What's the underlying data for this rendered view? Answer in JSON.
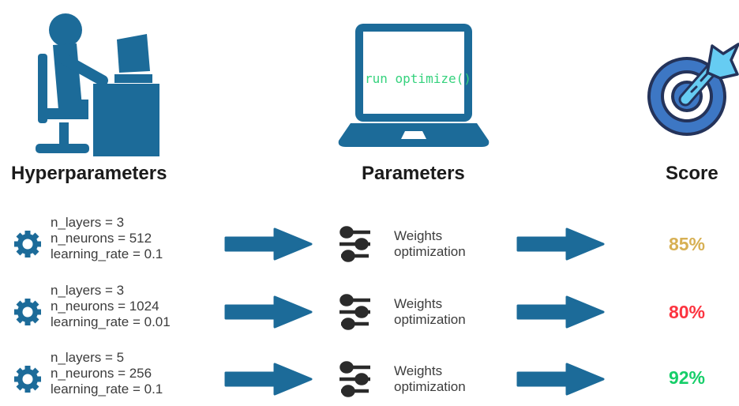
{
  "palette": {
    "primary_blue": "#1c6b99",
    "icon_dark": "#2b2b2b",
    "target_blue": "#3d77c4",
    "target_outline": "#24335a",
    "dart_blue": "#66ccf2",
    "code_green": "#35d27d",
    "score_gold": "#d7b054",
    "score_red": "#fc3440",
    "score_green": "#16ce69",
    "text_dark": "#3c3c3c"
  },
  "header": {
    "hyperparameters_label": "Hyperparameters",
    "parameters_label": "Parameters",
    "score_label": "Score",
    "laptop_screen_code": "run optimize()"
  },
  "rows": [
    {
      "hyperparameters": [
        "n_layers = 3",
        "n_neurons = 512",
        "learning_rate = 0.1"
      ],
      "process": "Weights optimization",
      "score": {
        "value": "85%",
        "color": "#d7b054"
      }
    },
    {
      "hyperparameters": [
        "n_layers = 3",
        "n_neurons = 1024",
        "learning_rate = 0.01"
      ],
      "process": "Weights optimization",
      "score": {
        "value": "80%",
        "color": "#fc3440"
      }
    },
    {
      "hyperparameters": [
        "n_layers = 5",
        "n_neurons = 256",
        "learning_rate = 0.1"
      ],
      "process": "Weights optimization",
      "score": {
        "value": "92%",
        "color": "#16ce69"
      }
    }
  ]
}
